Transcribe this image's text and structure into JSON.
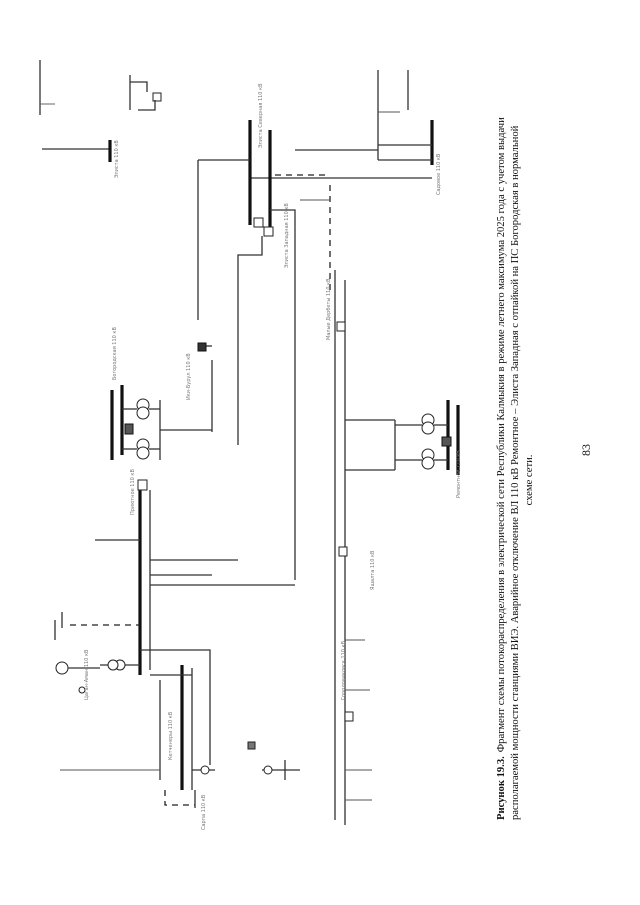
{
  "caption": {
    "title_label": "Рисунок 19.3.",
    "lines": [
      "Фрагмент схемы потокораспределения в электрической сети Республики Калмыкия в режиме летнего максимума 2025 года с учетом выдачи",
      "располагаемой мощности станциями ВИЭ. Аварийное отключение ВЛ 110 кВ Ремонтное – Элиста Западная с отпайкой на ПС Богородская в нормальной",
      "схеме сети."
    ]
  },
  "page_number": "83",
  "schematic_labels": [
    {
      "id": "n1",
      "text": "Элиста 110 кВ"
    },
    {
      "id": "n2",
      "text": "Элиста Северная 110 кВ"
    },
    {
      "id": "n3",
      "text": "Элиста Западная 110 кВ"
    },
    {
      "id": "n4",
      "text": "Богородская 110 кВ"
    },
    {
      "id": "n5",
      "text": "Ремонтное 110 кВ"
    },
    {
      "id": "n6",
      "text": "Приютное 110 кВ"
    },
    {
      "id": "n7",
      "text": "Ики-Бурул 110 кВ"
    },
    {
      "id": "n8",
      "text": "Малые Дербеты 110 кВ"
    },
    {
      "id": "n9",
      "text": "Яшалта 110 кВ"
    },
    {
      "id": "n10",
      "text": "Городовиковск 110 кВ"
    },
    {
      "id": "n11",
      "text": "Цаган-Аман 110 кВ"
    },
    {
      "id": "n12",
      "text": "Кетченеры 110 кВ"
    },
    {
      "id": "n13",
      "text": "Сарпа 110 кВ"
    },
    {
      "id": "n14",
      "text": "Садовое 110 кВ"
    }
  ]
}
